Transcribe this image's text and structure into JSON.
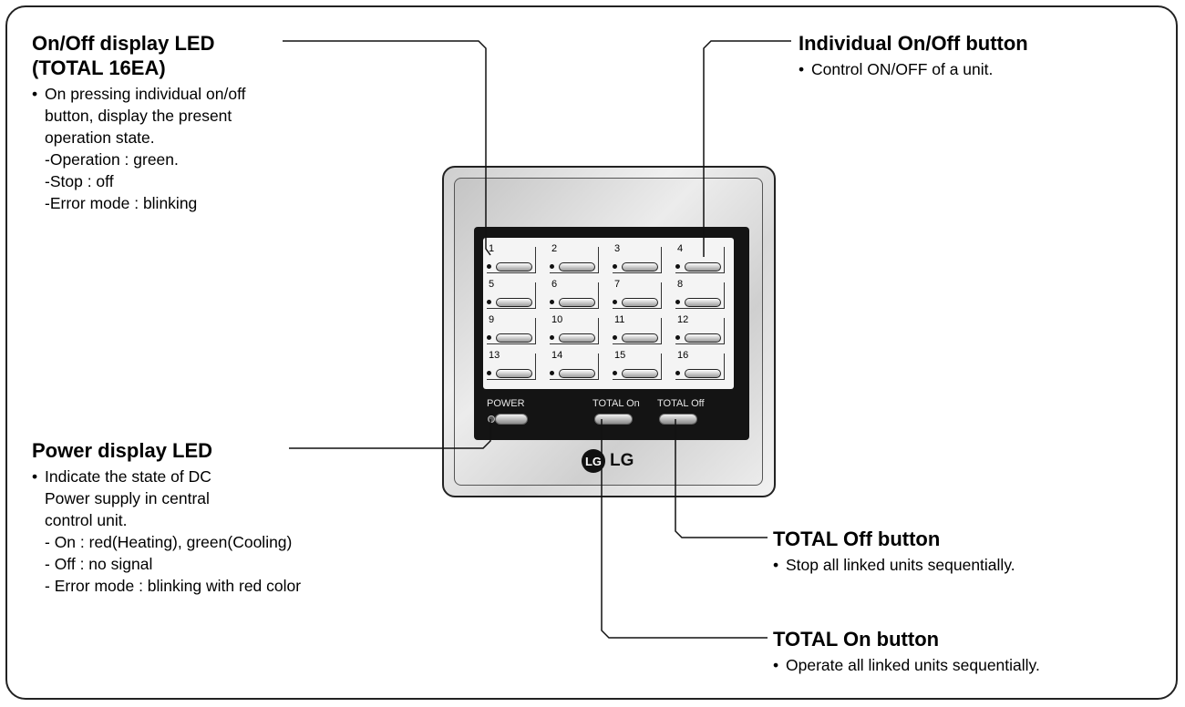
{
  "annotations": {
    "onoff_led": {
      "title_line1": "On/Off display LED",
      "title_line2": "(TOTAL 16EA)",
      "bullet_line1": "On pressing individual on/off",
      "bullet_line2": "button, display the present",
      "bullet_line3": "operation state.",
      "state_operation": "-Operation : green.",
      "state_stop": "-Stop : off",
      "state_error": "-Error mode : blinking"
    },
    "individual_button": {
      "title": "Individual On/Off button",
      "description": "Control ON/OFF of a unit."
    },
    "power_led": {
      "title": "Power display LED",
      "bullet_line1": "Indicate the state of DC",
      "bullet_line2": "Power supply in central",
      "bullet_line3": "control unit.",
      "state_on": "- On : red(Heating), green(Cooling)",
      "state_off": "- Off : no signal",
      "state_error": "- Error mode : blinking with red color"
    },
    "total_off": {
      "title": "TOTAL Off  button",
      "description": "Stop all linked units sequentially."
    },
    "total_on": {
      "title": "TOTAL On button",
      "description": "Operate  all linked units sequentially."
    }
  },
  "device": {
    "keys": [
      "1",
      "2",
      "3",
      "4",
      "5",
      "6",
      "7",
      "8",
      "9",
      "10",
      "11",
      "12",
      "13",
      "14",
      "15",
      "16"
    ],
    "power_label": "POWER",
    "total_on_label": "TOTAL On",
    "total_off_label": "TOTAL Off",
    "brand": "LG",
    "brand_mark": "LG"
  },
  "bullet_char": "•"
}
